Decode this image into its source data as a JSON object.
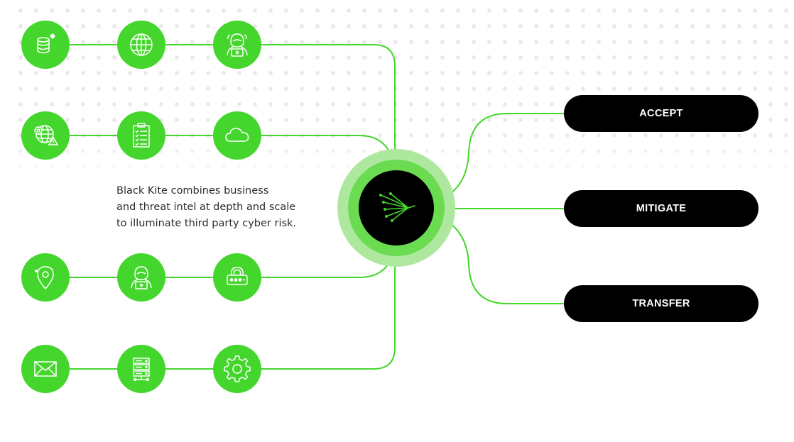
{
  "description": {
    "lines": [
      "Black Kite combines business",
      "and threat intel at depth and scale",
      "to illuminate third party cyber risk."
    ]
  },
  "outcomes": {
    "accept": "ACCEPT",
    "mitigate": "MITIGATE",
    "transfer": "TRANSFER"
  },
  "icons": {
    "row1": [
      "database-sparkle-icon",
      "globe-icon",
      "hacker-laptop-icon"
    ],
    "row2": [
      "globe-warning-icon",
      "clipboard-checklist-icon",
      "cloud-icon"
    ],
    "row3": [
      "location-pin-icon",
      "hacker-laptop-icon",
      "password-lock-icon"
    ],
    "row4": [
      "envelope-icon",
      "server-rack-icon",
      "gear-icon"
    ],
    "hub": "black-kite-logo-icon"
  },
  "colors": {
    "accent_green": "#44d62c",
    "hub_ring_light": "#aee89e",
    "hub_ring_mid": "#6bdc52",
    "pill_background": "#000000",
    "pill_text": "#ffffff"
  }
}
